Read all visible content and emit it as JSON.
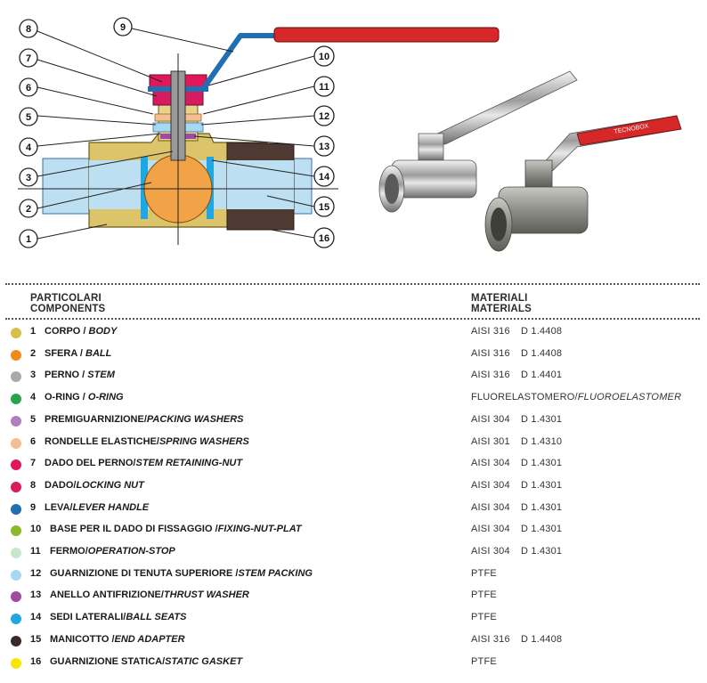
{
  "header": {
    "components_it": "PARTICOLARI",
    "components_en": "COMPONENTS",
    "materials_it": "MATERIALI",
    "materials_en": "MATERIALS"
  },
  "callouts": [
    "1",
    "2",
    "3",
    "4",
    "5",
    "6",
    "7",
    "8",
    "9",
    "10",
    "11",
    "12",
    "13",
    "14",
    "15",
    "16"
  ],
  "parts": [
    {
      "num": "1",
      "it": "CORPO / ",
      "en": "BODY",
      "color": "#d4c04a",
      "grade": "AISI 316",
      "din": "D 1.4408"
    },
    {
      "num": "2",
      "it": "SFERA / ",
      "en": "BALL",
      "color": "#f08a1c",
      "grade": "AISI 316",
      "din": "D 1.4408"
    },
    {
      "num": "3",
      "it": "PERNO / ",
      "en": "STEM",
      "color": "#a9a9a9",
      "grade": "AISI 316",
      "din": "D 1.4401"
    },
    {
      "num": "4",
      "it": "O-RING / ",
      "en": "O-RING",
      "color": "#2aa34a",
      "grade": "FLUORELASTOMERO/",
      "din": "FLUOROELASTOMER"
    },
    {
      "num": "5",
      "it": "PREMIGUARNIZIONE/",
      "en": "PACKING WASHERS",
      "color": "#b07fc0",
      "grade": "AISI 304",
      "din": "D 1.4301"
    },
    {
      "num": "6",
      "it": "RONDELLE ELASTICHE/",
      "en": "SPRING WASHERS",
      "color": "#f4bf8e",
      "grade": "AISI 301",
      "din": "D 1.4310"
    },
    {
      "num": "7",
      "it": "DADO DEL PERNO/",
      "en": "STEM RETAINING-NUT",
      "color": "#e2175a",
      "grade": "AISI 304",
      "din": "D 1.4301"
    },
    {
      "num": "8",
      "it": "DADO/",
      "en": "LOCKING NUT",
      "color": "#d81b60",
      "grade": "AISI 304",
      "din": "D 1.4301"
    },
    {
      "num": "9",
      "it": "LEVA/",
      "en": "LEVER HANDLE",
      "color": "#1f6fb2",
      "grade": "AISI 304",
      "din": "D 1.4301"
    },
    {
      "num": "10",
      "it": "BASE PER IL DADO DI FISSAGGIO /",
      "en": "FIXING-NUT-PLAT",
      "color": "#8cb82b",
      "grade": "AISI 304",
      "din": "D 1.4301"
    },
    {
      "num": "11",
      "it": "FERMO/",
      "en": "OPERATION-STOP",
      "color": "#c8e6c9",
      "grade": "AISI 304",
      "din": "D 1.4301"
    },
    {
      "num": "12",
      "it": "GUARNIZIONE DI TENUTA SUPERIORE /",
      "en": "STEM PACKING",
      "color": "#a8d8f0",
      "grade": "PTFE",
      "din": ""
    },
    {
      "num": "13",
      "it": "ANELLO ANTIFRIZIONE/",
      "en": "THRUST WASHER",
      "color": "#a04aa0",
      "grade": "PTFE",
      "din": ""
    },
    {
      "num": "14",
      "it": "SEDI LATERALI/",
      "en": "BALL SEATS",
      "color": "#1ea7e1",
      "grade": "PTFE",
      "din": ""
    },
    {
      "num": "15",
      "it": "MANICOTTO /",
      "en": "END ADAPTER",
      "color": "#3a2a26",
      "grade": "AISI 316",
      "din": "D 1.4408"
    },
    {
      "num": "16",
      "it": "GUARNIZIONE STATICA/",
      "en": "STATIC GASKET",
      "color": "#f7e600",
      "grade": "PTFE",
      "din": ""
    }
  ],
  "photo_brand": "TECNOBOX"
}
